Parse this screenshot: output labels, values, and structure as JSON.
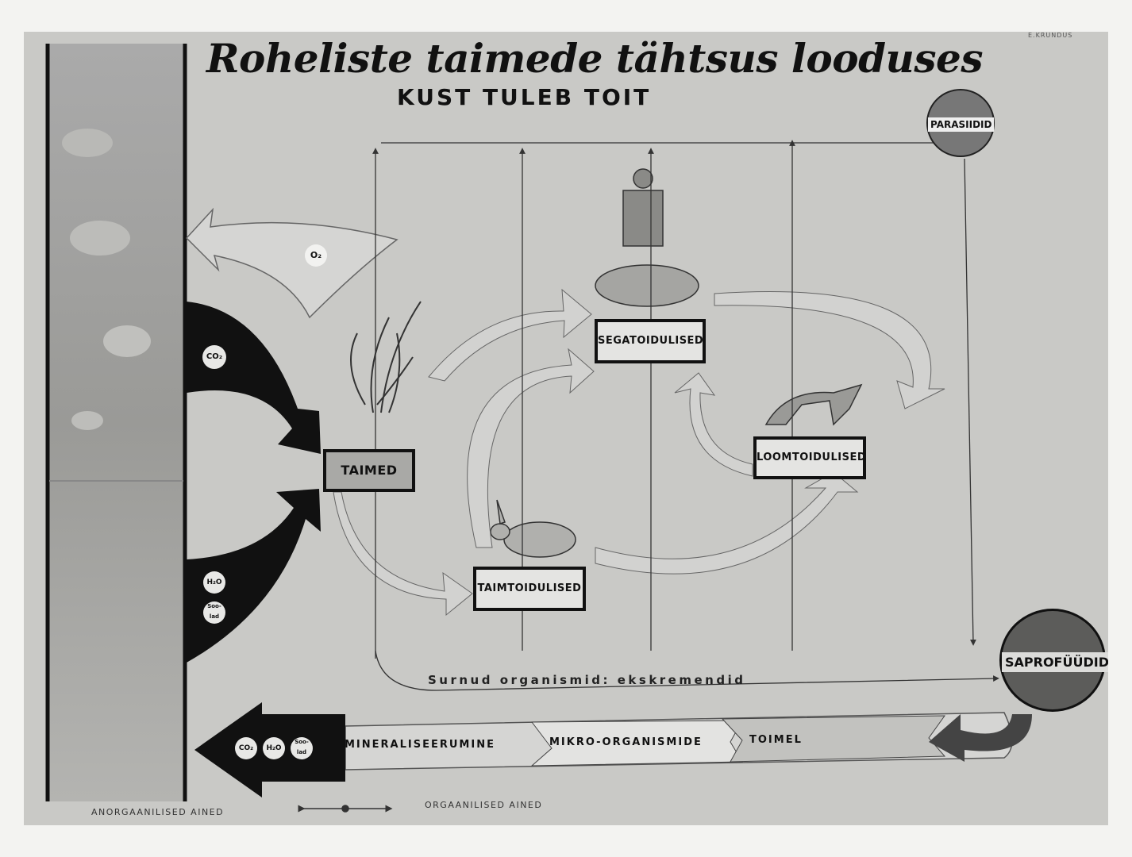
{
  "poster": {
    "title": "Roheliste taimede tähtsus looduses",
    "subtitle": "KUST TULEB TOIT",
    "corner_mark": "E.KRUNDUS"
  },
  "nodes": {
    "plants": "TAIMED",
    "omnivores": "SEGATOIDULISED",
    "carnivores": "LOOMTOIDULISED",
    "herbivores": "TAIMTOIDULISED",
    "parasites": "PARASIIDID",
    "saprophytes": "SAPROFÜÜDID"
  },
  "substances": {
    "oxygen": "O₂",
    "carbon_dioxide": "CO₂",
    "water": "H₂O",
    "salts": "Soo-lad",
    "carbon_dioxide_return": "CO₂",
    "water_return": "H₂O",
    "salts_return": "Soo-lad"
  },
  "flows": {
    "dead_matter": "Surnud organismid: ekskremendid",
    "mineralization": [
      "MINERALISEERUMINE",
      "MIKRO-ORGANISMIDE",
      "TOIMEL"
    ]
  },
  "footer": {
    "inorganic": "ANORGAANILISED AINED",
    "organic": "ORGAANILISED AINED"
  },
  "colors": {
    "photo_background": "#c9c9c6",
    "dark_arrow": "#111111",
    "light_arrow": "#d2d2d0",
    "box_border": "#111111",
    "saprophyte_disc": "#5c5c5a",
    "parasite_disc": "#777777"
  }
}
